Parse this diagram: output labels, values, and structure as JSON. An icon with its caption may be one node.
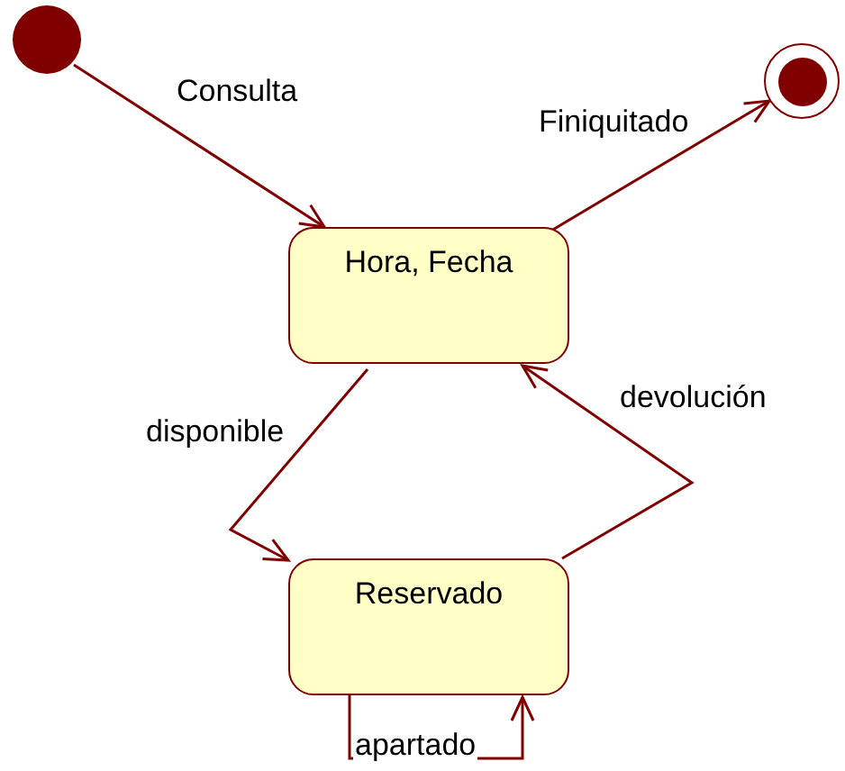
{
  "diagram": {
    "nodes": [
      {
        "text": [],
        "shape": "circle"
      },
      {
        "text": [
          "Hora, Fecha"
        ]
      },
      {
        "text": [
          "Reservado"
        ]
      },
      {
        "text": [],
        "shape": "circle"
      }
    ],
    "edges": [
      {
        "from": 0,
        "to": 1,
        "arrow": "to",
        "label": "Consulta"
      },
      {
        "from": 1,
        "to": 3,
        "arrow": "to",
        "label": "Finiquitado"
      },
      {
        "from": 1,
        "to": 2,
        "arrow": "to",
        "label": "disponible"
      },
      {
        "from": 2,
        "to": 1,
        "arrow": "to",
        "label": "devolución"
      },
      {
        "from": 2,
        "to": 2,
        "arrow": "to",
        "label": "apartado"
      }
    ]
  }
}
